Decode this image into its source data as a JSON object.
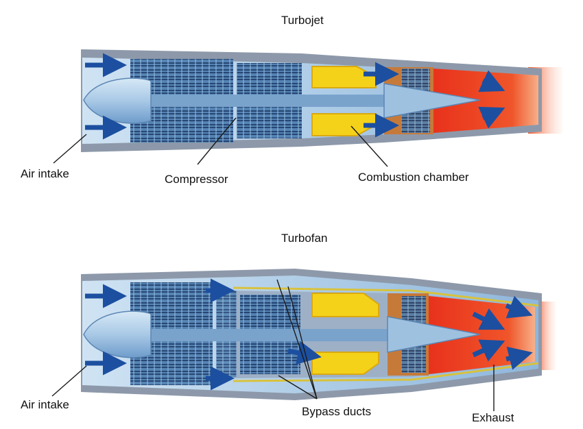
{
  "turbojet": {
    "title": "Turbojet",
    "labels": {
      "air_intake": "Air intake",
      "compressor": "Compressor",
      "combustion_chamber": "Combustion chamber"
    }
  },
  "turbofan": {
    "title": "Turbofan",
    "labels": {
      "air_intake": "Air intake",
      "bypass_ducts": "Bypass ducts",
      "exhaust": "Exhaust"
    }
  },
  "colors": {
    "casing": "#8d99aa",
    "intake_air": "#bcd9ef",
    "compressor_blue": "#4f7fb0",
    "blade_dark": "#1e3f6e",
    "combustion_yellow": "#f5d21a",
    "exhaust_red": "#e8321c",
    "exhaust_orange": "#f07a24",
    "arrow_blue": "#1c4fa0",
    "bypass_line": "#d8c23c"
  }
}
